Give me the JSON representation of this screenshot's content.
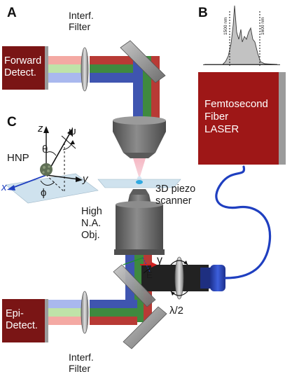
{
  "panels": {
    "a": "A",
    "b": "B",
    "c": "C"
  },
  "labels": {
    "forward_detector": [
      "Forward",
      "Detect."
    ],
    "epi_detector": [
      "Epi-",
      "Detect."
    ],
    "laser": [
      "Femtosecond",
      "Fiber",
      "LASER"
    ],
    "filter_top": [
      "Interf.",
      "Filter"
    ],
    "filter_bottom": [
      "Interf.",
      "Filter"
    ],
    "objective": [
      "High",
      "N.A.",
      "Obj."
    ],
    "scanner": [
      "3D piezo",
      "scanner"
    ],
    "halfwave": "λ/2",
    "gamma": "γ",
    "efield": "E",
    "hnp": "HNP",
    "axes": {
      "x": "x",
      "y": "y",
      "z": "z",
      "theta": "θ",
      "psi": "ψ",
      "phi": "ϕ"
    }
  },
  "spectrum": {
    "markers": [
      "1500 nm",
      "1600 nm"
    ]
  },
  "colors": {
    "detector": "#7a1515",
    "laser": "#a01a1a",
    "gray_bar": "#9b9b9b",
    "beam_red": "#b83a35",
    "beam_green": "#3f8a3f",
    "beam_blue": "#3f55b0",
    "fiber": "#1f3fc0",
    "objective": "#6e6e6e"
  }
}
